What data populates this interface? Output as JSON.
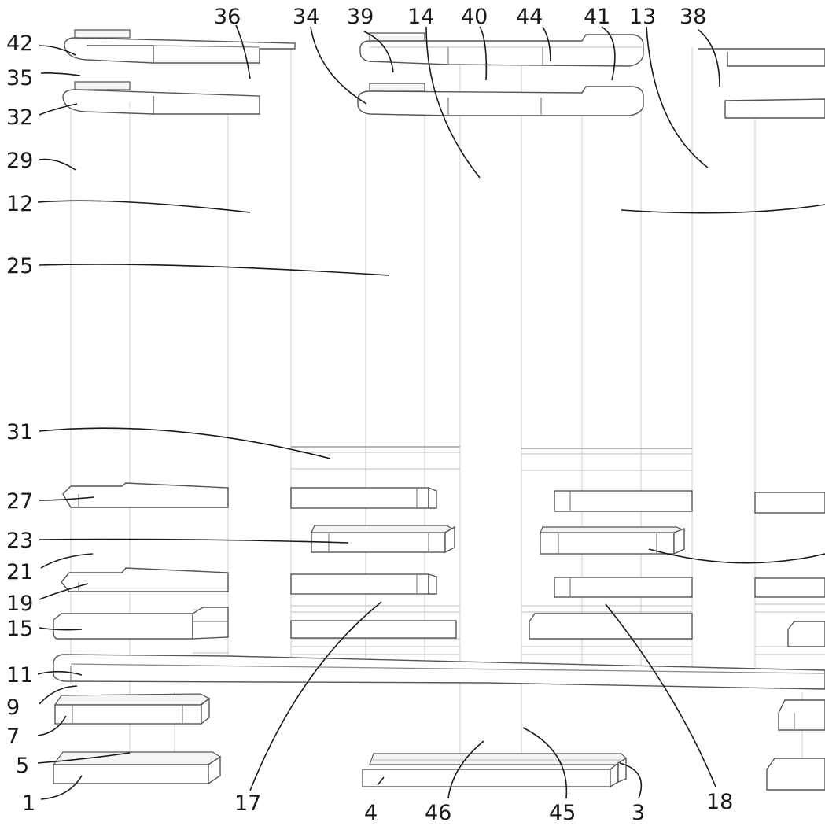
{
  "drawing": {
    "reference_numerals": [
      "42",
      "35",
      "32",
      "29",
      "12",
      "25",
      "31",
      "27",
      "23",
      "21",
      "19",
      "15",
      "11",
      "9",
      "7",
      "5",
      "1",
      "36",
      "34",
      "39",
      "14",
      "40",
      "44",
      "41",
      "13",
      "38",
      "17",
      "4",
      "46",
      "45",
      "3",
      "18"
    ]
  }
}
